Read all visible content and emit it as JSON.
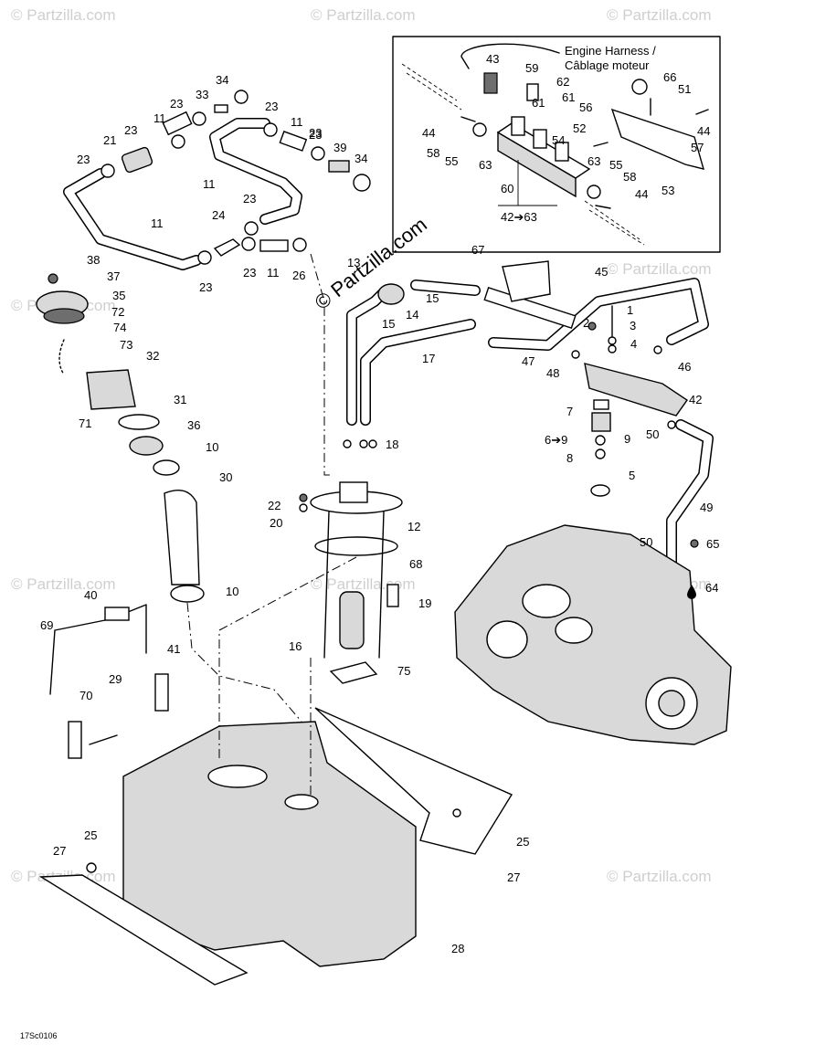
{
  "diagram": {
    "drawing_code": "17Sc0106",
    "watermark_main": "© Partzilla.com",
    "watermark_faint": "© Partzilla.com",
    "harness_label_line1": "Engine Harness /",
    "harness_label_line2": "Câblage moteur"
  },
  "callouts": [
    {
      "id": "34a",
      "text": "34"
    },
    {
      "id": "33",
      "text": "33"
    },
    {
      "id": "23a",
      "text": "23"
    },
    {
      "id": "23b",
      "text": "23"
    },
    {
      "id": "11a",
      "text": "11"
    },
    {
      "id": "23c",
      "text": "23"
    },
    {
      "id": "21",
      "text": "21"
    },
    {
      "id": "23d",
      "text": "23"
    },
    {
      "id": "23e",
      "text": "23"
    },
    {
      "id": "11b",
      "text": "11"
    },
    {
      "id": "23f",
      "text": "23"
    },
    {
      "id": "39",
      "text": "39"
    },
    {
      "id": "34b",
      "text": "34"
    },
    {
      "id": "11c",
      "text": "11"
    },
    {
      "id": "23g",
      "text": "23"
    },
    {
      "id": "24",
      "text": "24"
    },
    {
      "id": "11d",
      "text": "11"
    },
    {
      "id": "23h",
      "text": "23"
    },
    {
      "id": "11e",
      "text": "11"
    },
    {
      "id": "26",
      "text": "26"
    },
    {
      "id": "23i",
      "text": "23"
    },
    {
      "id": "38",
      "text": "38"
    },
    {
      "id": "37",
      "text": "37"
    },
    {
      "id": "35",
      "text": "35"
    },
    {
      "id": "72",
      "text": "72"
    },
    {
      "id": "74",
      "text": "74"
    },
    {
      "id": "73",
      "text": "73"
    },
    {
      "id": "32",
      "text": "32"
    },
    {
      "id": "31",
      "text": "31"
    },
    {
      "id": "71",
      "text": "71"
    },
    {
      "id": "36",
      "text": "36"
    },
    {
      "id": "10a",
      "text": "10"
    },
    {
      "id": "30",
      "text": "30"
    },
    {
      "id": "10b",
      "text": "10"
    },
    {
      "id": "40",
      "text": "40"
    },
    {
      "id": "69",
      "text": "69"
    },
    {
      "id": "41",
      "text": "41"
    },
    {
      "id": "29",
      "text": "29"
    },
    {
      "id": "70",
      "text": "70"
    },
    {
      "id": "13",
      "text": "13"
    },
    {
      "id": "15a",
      "text": "15"
    },
    {
      "id": "15b",
      "text": "15"
    },
    {
      "id": "14",
      "text": "14"
    },
    {
      "id": "17",
      "text": "17"
    },
    {
      "id": "18",
      "text": "18"
    },
    {
      "id": "22",
      "text": "22"
    },
    {
      "id": "20",
      "text": "20"
    },
    {
      "id": "12",
      "text": "12"
    },
    {
      "id": "68",
      "text": "68"
    },
    {
      "id": "19",
      "text": "19"
    },
    {
      "id": "16",
      "text": "16"
    },
    {
      "id": "75",
      "text": "75"
    },
    {
      "id": "67",
      "text": "67"
    },
    {
      "id": "45",
      "text": "45"
    },
    {
      "id": "1",
      "text": "1"
    },
    {
      "id": "2",
      "text": "2"
    },
    {
      "id": "3",
      "text": "3"
    },
    {
      "id": "4",
      "text": "4"
    },
    {
      "id": "47",
      "text": "47"
    },
    {
      "id": "48",
      "text": "48"
    },
    {
      "id": "46",
      "text": "46"
    },
    {
      "id": "42",
      "text": "42"
    },
    {
      "id": "7",
      "text": "7"
    },
    {
      "id": "6to9",
      "text": "6➔9"
    },
    {
      "id": "9",
      "text": "9"
    },
    {
      "id": "8",
      "text": "8"
    },
    {
      "id": "50a",
      "text": "50"
    },
    {
      "id": "5",
      "text": "5"
    },
    {
      "id": "49",
      "text": "49"
    },
    {
      "id": "50b",
      "text": "50"
    },
    {
      "id": "65",
      "text": "65"
    },
    {
      "id": "64",
      "text": "64"
    },
    {
      "id": "25a",
      "text": "25"
    },
    {
      "id": "25b",
      "text": "25"
    },
    {
      "id": "27a",
      "text": "27"
    },
    {
      "id": "27b",
      "text": "27"
    },
    {
      "id": "28",
      "text": "28"
    },
    {
      "id": "43",
      "text": "43"
    },
    {
      "id": "59",
      "text": "59"
    },
    {
      "id": "62",
      "text": "62"
    },
    {
      "id": "61a",
      "text": "61"
    },
    {
      "id": "61b",
      "text": "61"
    },
    {
      "id": "56",
      "text": "56"
    },
    {
      "id": "66",
      "text": "66"
    },
    {
      "id": "51",
      "text": "51"
    },
    {
      "id": "44a",
      "text": "44"
    },
    {
      "id": "44b",
      "text": "44"
    },
    {
      "id": "52",
      "text": "52"
    },
    {
      "id": "54",
      "text": "54"
    },
    {
      "id": "57",
      "text": "57"
    },
    {
      "id": "58a",
      "text": "58"
    },
    {
      "id": "55a",
      "text": "55"
    },
    {
      "id": "63a",
      "text": "63"
    },
    {
      "id": "63b",
      "text": "63"
    },
    {
      "id": "55b",
      "text": "55"
    },
    {
      "id": "58b",
      "text": "58"
    },
    {
      "id": "60",
      "text": "60"
    },
    {
      "id": "44c",
      "text": "44"
    },
    {
      "id": "53",
      "text": "53"
    },
    {
      "id": "42to63",
      "text": "42➔63"
    }
  ]
}
